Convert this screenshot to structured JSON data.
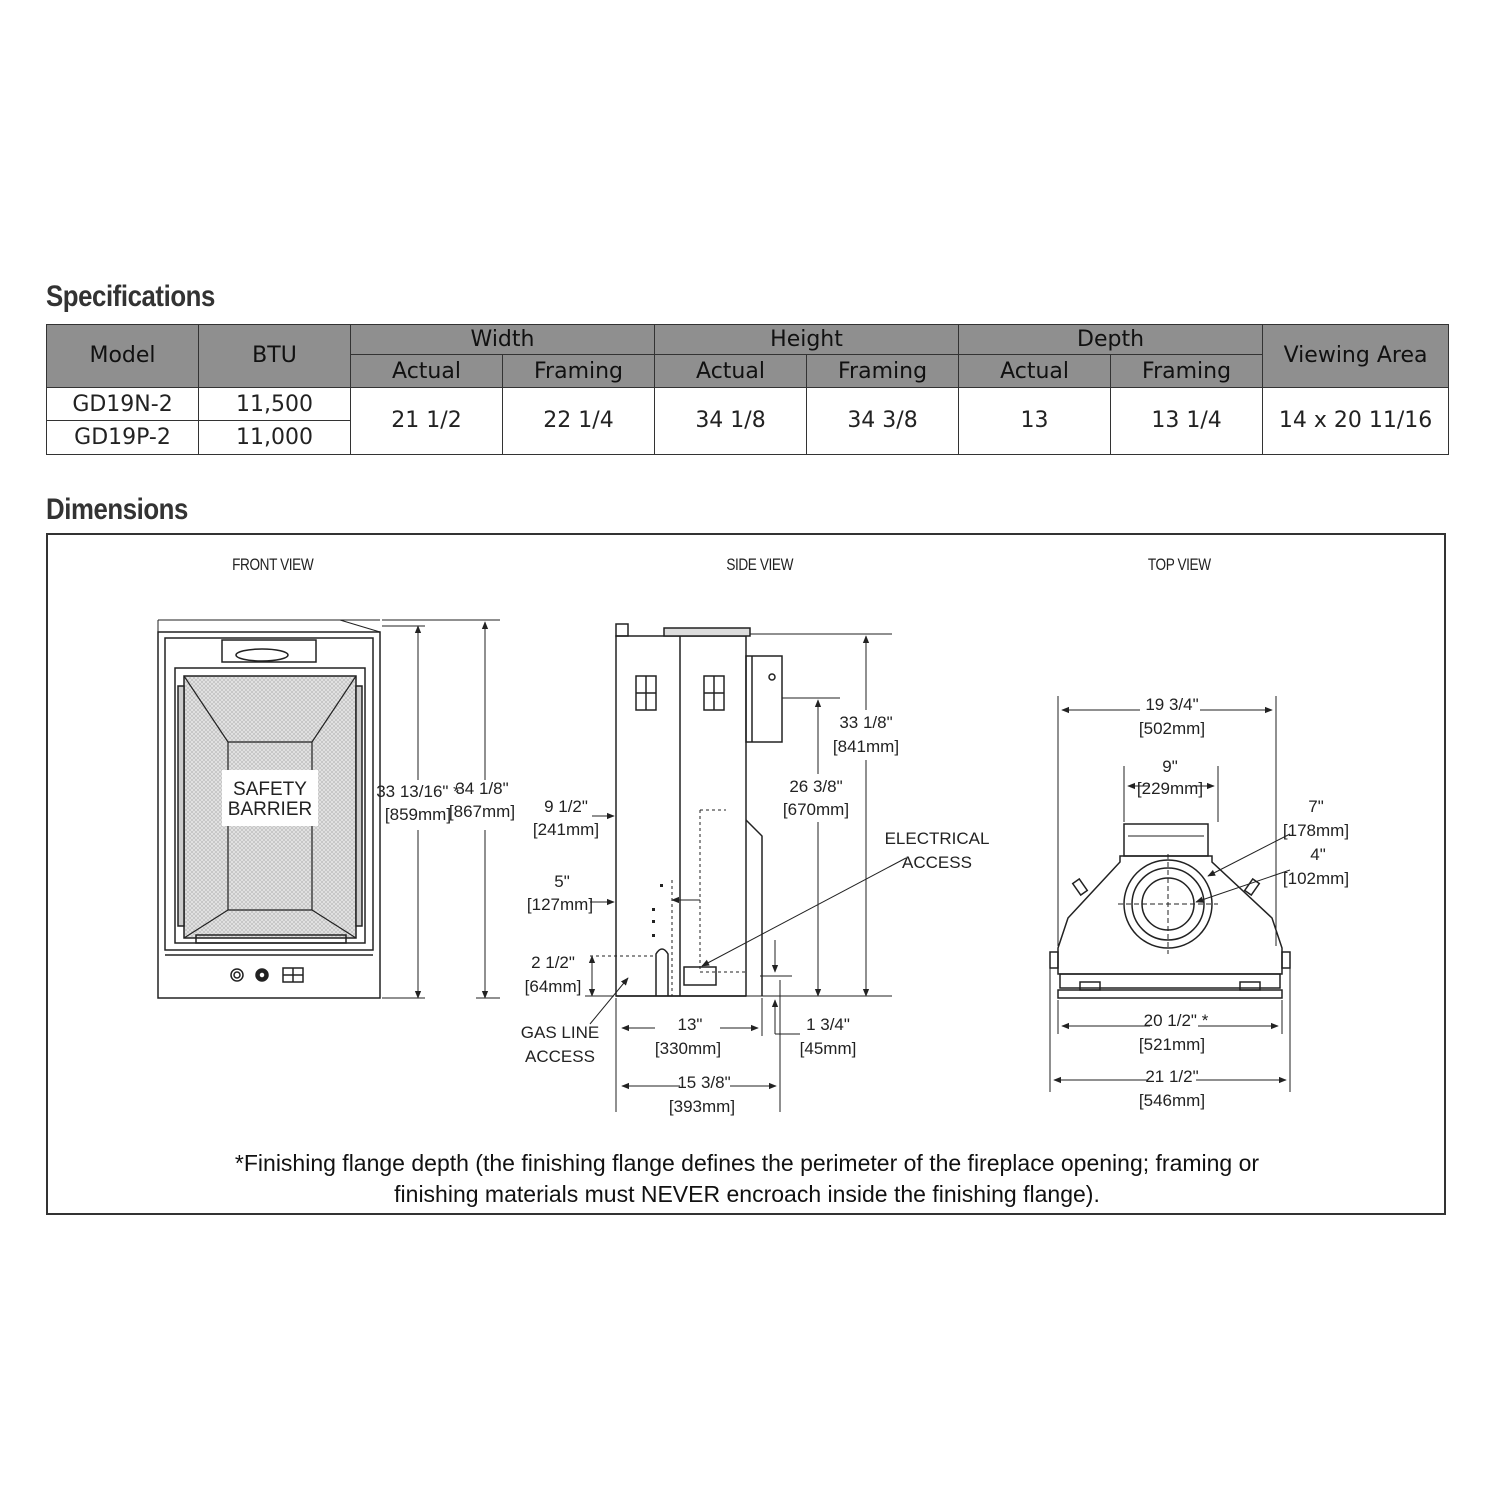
{
  "specifications": {
    "title": "Specifications",
    "headers": {
      "model": "Model",
      "btu": "BTU",
      "width": "Width",
      "height": "Height",
      "depth": "Depth",
      "viewing_area": "Viewing Area",
      "actual": "Actual",
      "framing": "Framing"
    },
    "rows": [
      {
        "model": "GD19N-2",
        "btu": "11,500"
      },
      {
        "model": "GD19P-2",
        "btu": "11,000"
      }
    ],
    "shared": {
      "width_actual": "21 1/2",
      "width_framing": "22 1/4",
      "height_actual": "34 1/8",
      "height_framing": "34 3/8",
      "depth_actual": "13",
      "depth_framing": "13 1/4",
      "viewing_area": "14 x 20 11/16"
    }
  },
  "dimensions": {
    "title": "Dimensions",
    "front_view": {
      "label": "FRONT VIEW",
      "barrier_line1": "SAFETY",
      "barrier_line2": "BARRIER",
      "dim_a": "33 13/16\" *",
      "dim_a_mm": "[859mm]",
      "dim_b": "34 1/8\"",
      "dim_b_mm": "[867mm]"
    },
    "side_view": {
      "label": "SIDE VIEW",
      "d1": "9 1/2\"",
      "d1_mm": "[241mm]",
      "d2": "5\"",
      "d2_mm": "[127mm]",
      "d3": "2 1/2\"",
      "d3_mm": "[64mm]",
      "d4": "33 1/8\"",
      "d4_mm": "[841mm]",
      "d5": "26 3/8\"",
      "d5_mm": "[670mm]",
      "d6": "13\"",
      "d6_mm": "[330mm]",
      "d7": "1 3/4\"",
      "d7_mm": "[45mm]",
      "d8": "15 3/8\"",
      "d8_mm": "[393mm]",
      "electrical_1": "ELECTRICAL",
      "electrical_2": "ACCESS",
      "gas_1": "GAS LINE",
      "gas_2": "ACCESS"
    },
    "top_view": {
      "label": "TOP VIEW",
      "d1": "19 3/4\"",
      "d1_mm": "[502mm]",
      "d2": "9\"",
      "d2_mm": "[229mm]",
      "d3": "7\"",
      "d3_mm": "[178mm]",
      "d4": "4\"",
      "d4_mm": "[102mm]",
      "d5": "20 1/2\" *",
      "d5_mm": "[521mm]",
      "d6": "21 1/2\"",
      "d6_mm": "[546mm]"
    },
    "footnote_line1": "*Finishing flange depth (the finishing flange defines the perimeter of the fireplace opening; framing or",
    "footnote_line2": "finishing materials must NEVER encroach inside the finishing flange)."
  }
}
